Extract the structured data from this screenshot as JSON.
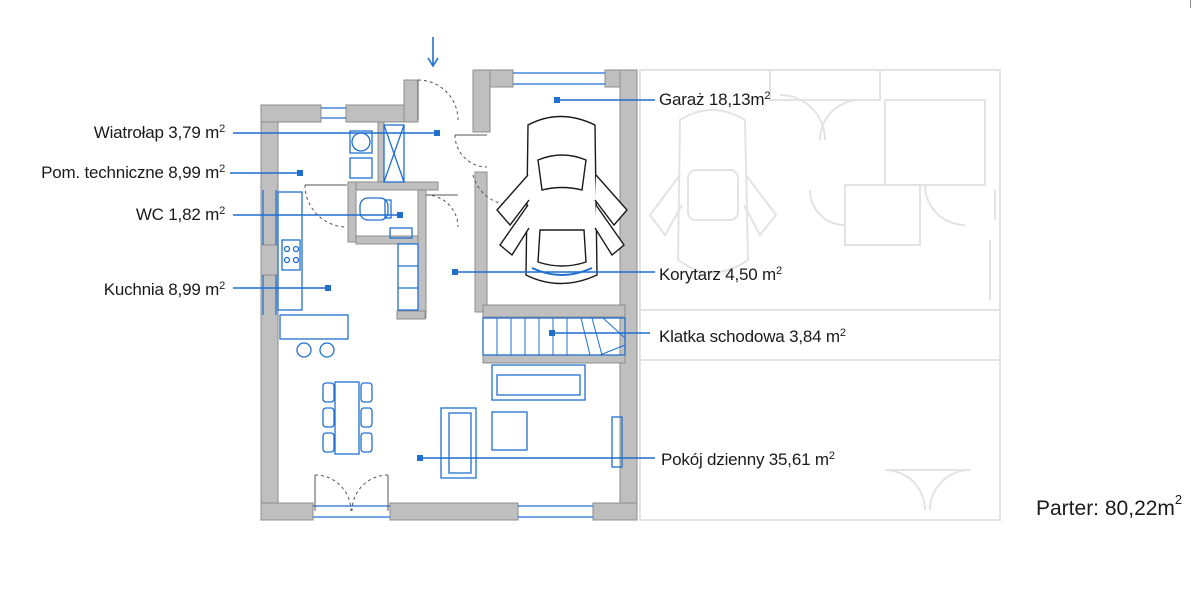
{
  "colors": {
    "wall": "#bfbfbf",
    "wall_stroke": "#8c8c8c",
    "neighbor": "#e9e9e9",
    "accent": "#1f6fcf",
    "furniture": "#1f6fcf",
    "text": "#1a1a1a"
  },
  "rooms": [
    {
      "id": "wiatrolap",
      "name": "Wiatrołap",
      "area": "3,79 m",
      "sup": "2"
    },
    {
      "id": "pom-techniczne",
      "name": "Pom. techniczne",
      "area": "8,99 m",
      "sup": "2"
    },
    {
      "id": "wc",
      "name": "WC",
      "area": "1,82 m",
      "sup": "2"
    },
    {
      "id": "kuchnia",
      "name": "Kuchnia",
      "area": "8,99 m",
      "sup": "2"
    },
    {
      "id": "garaz",
      "name": "Garaż",
      "area": "18,13m",
      "sup": "2"
    },
    {
      "id": "korytarz",
      "name": "Korytarz",
      "area": "4,50 m",
      "sup": "2"
    },
    {
      "id": "klatka",
      "name": "Klatka schodowa",
      "area": "3,84 m",
      "sup": "2"
    },
    {
      "id": "pokoj",
      "name": "Pokój dzienny",
      "area": "35,61 m",
      "sup": "2"
    }
  ],
  "total": {
    "label": "Parter:",
    "value": "80,22m",
    "sup": "2"
  },
  "icons": {
    "entrance": "entrance-arrow-icon",
    "car": "car-icon"
  }
}
